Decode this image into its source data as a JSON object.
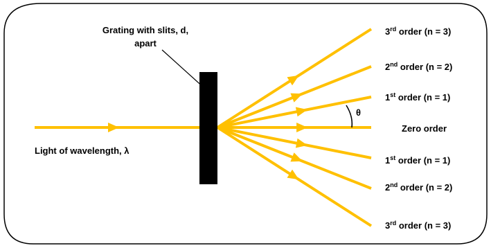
{
  "colors": {
    "beam": "#FFC000",
    "grating": "#000000",
    "frame": "#000000",
    "text": "#000000"
  },
  "grating_label": {
    "line1": "Grating with slits, d,",
    "line2": "apart"
  },
  "incident_label": "Light of wavelength, λ",
  "angle_label": "θ",
  "orders": [
    {
      "id": "zero",
      "prefix": "Zero order",
      "sup": "",
      "suffix": ""
    },
    {
      "id": "up-1",
      "prefix": "1",
      "sup": "st",
      "suffix": " order (n = 1)"
    },
    {
      "id": "up-2",
      "prefix": "2",
      "sup": "nd",
      "suffix": " order (n = 2)"
    },
    {
      "id": "up-3",
      "prefix": "3",
      "sup": "rd",
      "suffix": " order (n = 3)"
    },
    {
      "id": "down-1",
      "prefix": "1",
      "sup": "st",
      "suffix": " order (n = 1)"
    },
    {
      "id": "down-2",
      "prefix": "2",
      "sup": "nd",
      "suffix": " order (n = 2)"
    },
    {
      "id": "down-3",
      "prefix": "3",
      "sup": "rd",
      "suffix": " order (n = 3)"
    }
  ]
}
